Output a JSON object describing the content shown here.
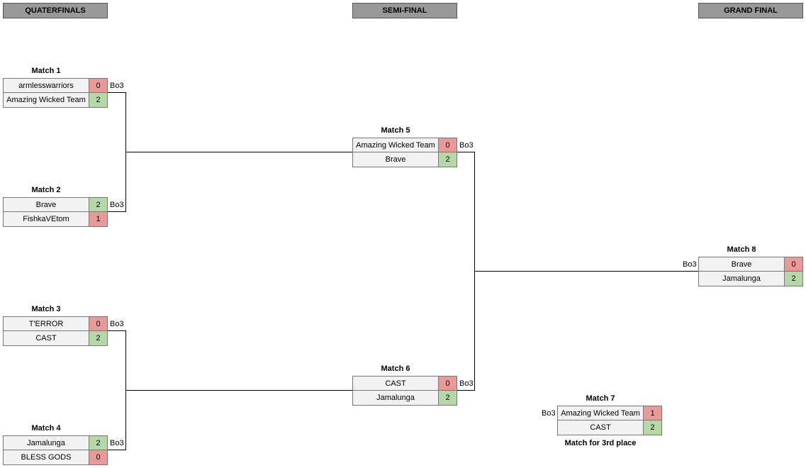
{
  "headers": {
    "quarterfinals": "QUATERFINALS",
    "semifinal": "SEMI-FINAL",
    "grandfinal": "GRAND FINAL"
  },
  "matches": {
    "m1": {
      "title": "Match 1",
      "format": "Bo3",
      "teams": [
        {
          "name": "armlesswarriors",
          "score": "0"
        },
        {
          "name": "Amazing Wicked Team",
          "score": "2"
        }
      ]
    },
    "m2": {
      "title": "Match 2",
      "format": "Bo3",
      "teams": [
        {
          "name": "Brave",
          "score": "2"
        },
        {
          "name": "FishkaVEtom",
          "score": "1"
        }
      ]
    },
    "m3": {
      "title": "Match 3",
      "format": "Bo3",
      "teams": [
        {
          "name": "T'ERROR",
          "score": "0"
        },
        {
          "name": "CAST",
          "score": "2"
        }
      ]
    },
    "m4": {
      "title": "Match 4",
      "format": "Bo3",
      "teams": [
        {
          "name": "Jamalunga",
          "score": "2"
        },
        {
          "name": "BLESS GODS",
          "score": "0"
        }
      ]
    },
    "m5": {
      "title": "Match 5",
      "format": "Bo3",
      "teams": [
        {
          "name": "Amazing Wicked Team",
          "score": "0"
        },
        {
          "name": "Brave",
          "score": "2"
        }
      ]
    },
    "m6": {
      "title": "Match 6",
      "format": "Bo3",
      "teams": [
        {
          "name": "CAST",
          "score": "0"
        },
        {
          "name": "Jamalunga",
          "score": "2"
        }
      ]
    },
    "m7": {
      "title": "Match 7",
      "format": "Bo3",
      "note": "Match for 3rd place",
      "teams": [
        {
          "name": "Amazing Wicked Team",
          "score": "1"
        },
        {
          "name": "CAST",
          "score": "2"
        }
      ]
    },
    "m8": {
      "title": "Match 8",
      "format": "Bo3",
      "teams": [
        {
          "name": "Brave",
          "score": "0"
        },
        {
          "name": "Jamalunga",
          "score": "2"
        }
      ]
    }
  },
  "colors": {
    "win": "#b6d7a8",
    "lose": "#ea9999",
    "header": "#999999",
    "team_cell": "#f2f2f2"
  }
}
